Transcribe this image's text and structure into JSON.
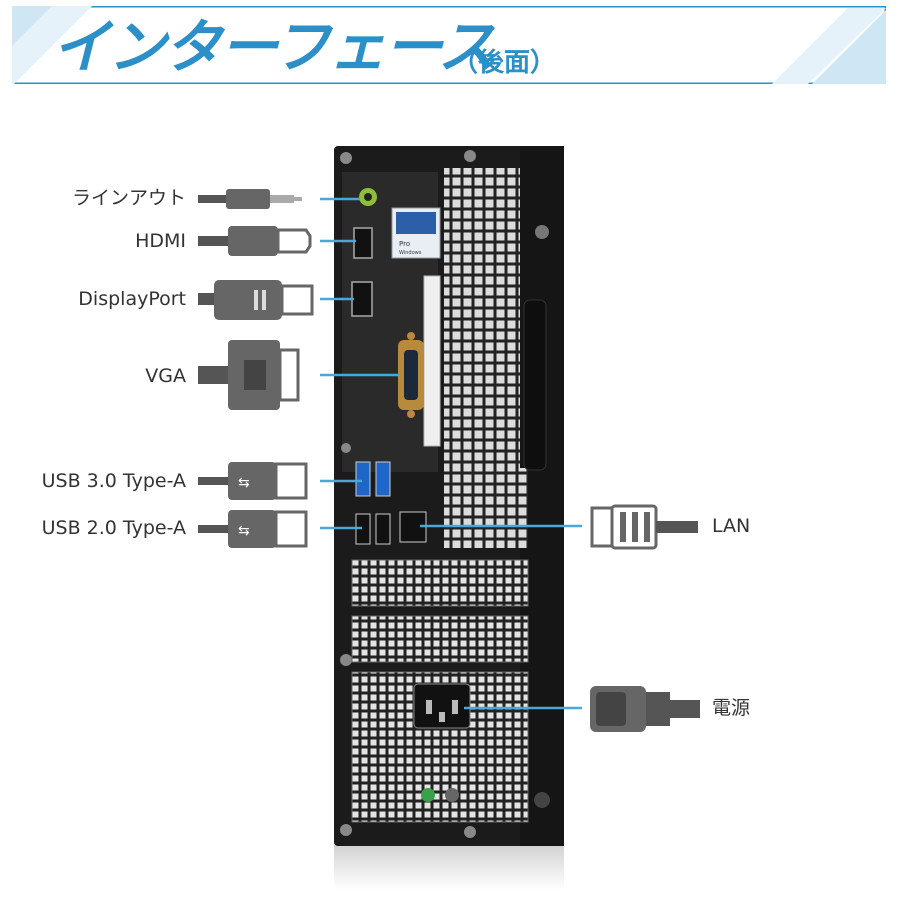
{
  "header": {
    "title": "インターフェース",
    "subtitle": "（後面）"
  },
  "ports": {
    "line_out": "ラインアウト",
    "hdmi": "HDMI",
    "displayport": "DisplayPort",
    "vga": "VGA",
    "usb3": "USB 3.0 Type-A",
    "usb2": "USB 2.0 Type-A",
    "lan": "LAN",
    "power": "電源"
  },
  "sticker": {
    "line1": "Pro",
    "line2": "Windows"
  },
  "colors": {
    "accent": "#2d8fc8",
    "leader_line": "#4aa7d8",
    "chassis": "#1b1b1b",
    "cable": "#555555"
  }
}
